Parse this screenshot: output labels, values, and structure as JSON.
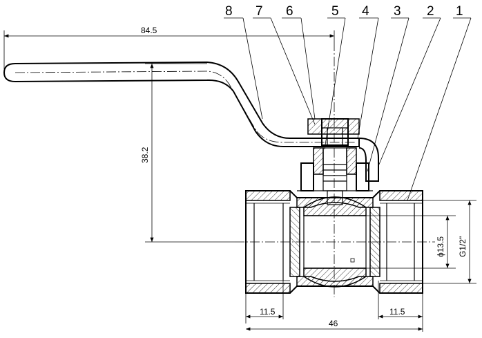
{
  "callouts": [
    "8",
    "7",
    "6",
    "5",
    "4",
    "3",
    "2",
    "1"
  ],
  "dimensions": {
    "handle_length": "84.5",
    "handle_height": "38.2",
    "bore_diameter": "ϕ13.5",
    "thread_size": "G1/2\"",
    "left_thread_depth": "11.5",
    "right_thread_depth": "11.5",
    "overall_length": "46"
  }
}
